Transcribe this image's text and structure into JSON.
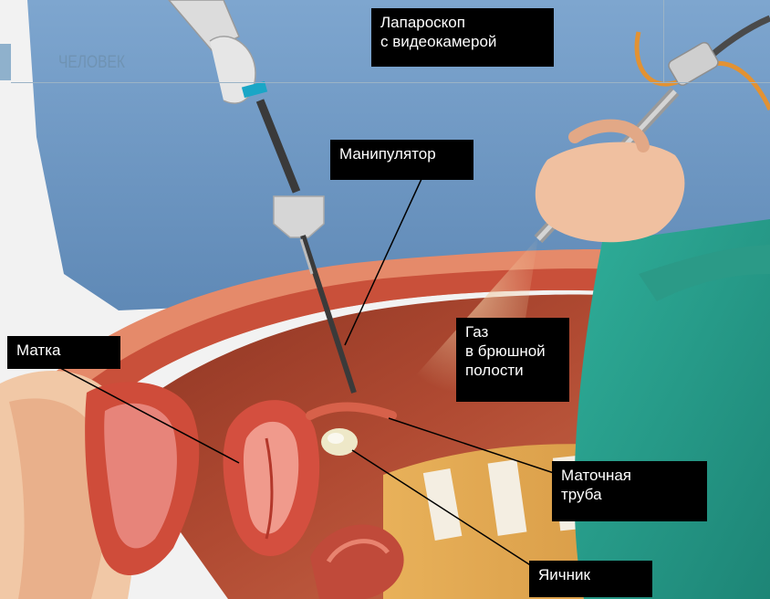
{
  "header": {
    "section": "ЧЕЛОВЕК"
  },
  "labels": {
    "laparoscope": "Лапароскоп\nс видеокамерой",
    "manipulator": "Манипулятор",
    "gas": "Газ\nв брюшной\nполости",
    "uterus": "Матка",
    "fallopian_tube": "Маточная\nтруба",
    "ovary": "Яичник"
  },
  "colors": {
    "gown": "#6f97c2",
    "drape": "#2a9e8c",
    "tissue": "#c8503c",
    "cavity": "#a8452f",
    "label_bg": "#000000",
    "header": "#6f93b3"
  }
}
